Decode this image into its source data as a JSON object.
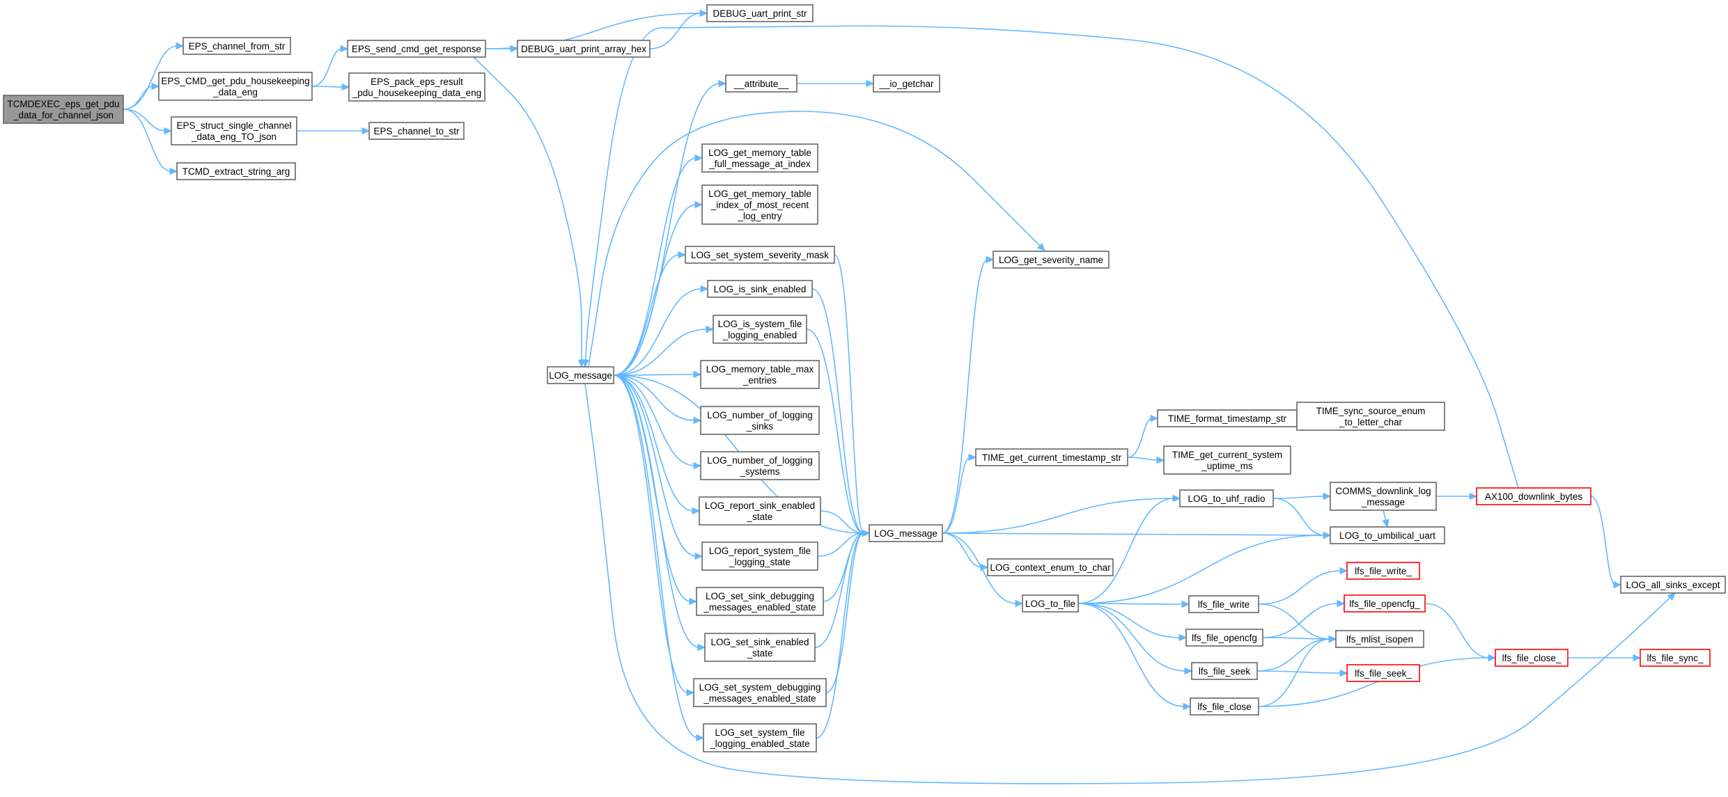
{
  "diagram": {
    "nodes": {
      "root": {
        "lines": [
          "TCMDEXEC_eps_get_pdu",
          "_data_for_channel_json"
        ],
        "style": "root"
      },
      "eps_channel_from_str": {
        "lines": [
          "EPS_channel_from_str"
        ]
      },
      "eps_cmd_get_pdu": {
        "lines": [
          "EPS_CMD_get_pdu_housekeeping",
          "_data_eng"
        ]
      },
      "eps_struct_single": {
        "lines": [
          "EPS_struct_single_channel",
          "_data_eng_TO_json"
        ]
      },
      "tcmd_extract": {
        "lines": [
          "TCMD_extract_string_arg"
        ]
      },
      "eps_send_cmd": {
        "lines": [
          "EPS_send_cmd_get_response"
        ]
      },
      "eps_pack": {
        "lines": [
          "EPS_pack_eps_result",
          "_pdu_housekeeping_data_eng"
        ]
      },
      "eps_channel_to_str": {
        "lines": [
          "EPS_channel_to_str"
        ]
      },
      "debug_print_str": {
        "lines": [
          "DEBUG_uart_print_str"
        ]
      },
      "debug_print_hex": {
        "lines": [
          "DEBUG_uart_print_array_hex"
        ]
      },
      "log_message_1": {
        "lines": [
          "LOG_message"
        ]
      },
      "attribute": {
        "lines": [
          "__attribute__"
        ]
      },
      "io_getchar": {
        "lines": [
          "__io_getchar"
        ]
      },
      "log_get_mem_full": {
        "lines": [
          "LOG_get_memory_table",
          "_full_message_at_index"
        ]
      },
      "log_get_mem_index": {
        "lines": [
          "LOG_get_memory_table",
          "_index_of_most_recent",
          "_log_entry"
        ]
      },
      "log_set_sys_sev": {
        "lines": [
          "LOG_set_system_severity_mask"
        ]
      },
      "log_is_sink": {
        "lines": [
          "LOG_is_sink_enabled"
        ]
      },
      "log_is_sys_file": {
        "lines": [
          "LOG_is_system_file",
          "_logging_enabled"
        ]
      },
      "log_mem_max": {
        "lines": [
          "LOG_memory_table_max",
          "_entries"
        ]
      },
      "log_num_sinks": {
        "lines": [
          "LOG_number_of_logging",
          "_sinks"
        ]
      },
      "log_num_systems": {
        "lines": [
          "LOG_number_of_logging",
          "_systems"
        ]
      },
      "log_report_sink": {
        "lines": [
          "LOG_report_sink_enabled",
          "_state"
        ]
      },
      "log_report_sys_file": {
        "lines": [
          "LOG_report_system_file",
          "_logging_state"
        ]
      },
      "log_set_sink_debug": {
        "lines": [
          "LOG_set_sink_debugging",
          "_messages_enabled_state"
        ]
      },
      "log_set_sink_enabled": {
        "lines": [
          "LOG_set_sink_enabled",
          "_state"
        ]
      },
      "log_set_sys_debug": {
        "lines": [
          "LOG_set_system_debugging",
          "_messages_enabled_state"
        ]
      },
      "log_set_sys_file": {
        "lines": [
          "LOG_set_system_file",
          "_logging_enabled_state"
        ]
      },
      "log_get_sev_name": {
        "lines": [
          "LOG_get_severity_name"
        ]
      },
      "log_message_2": {
        "lines": [
          "LOG_message"
        ]
      },
      "time_format": {
        "lines": [
          "TIME_format_timestamp_str"
        ]
      },
      "time_sync_source": {
        "lines": [
          "TIME_sync_source_enum",
          "_to_letter_char"
        ]
      },
      "time_get_current_ts": {
        "lines": [
          "TIME_get_current_timestamp_str"
        ]
      },
      "time_get_uptime": {
        "lines": [
          "TIME_get_current_system",
          "_uptime_ms"
        ]
      },
      "log_to_uhf": {
        "lines": [
          "LOG_to_uhf_radio"
        ]
      },
      "comms_downlink": {
        "lines": [
          "COMMS_downlink_log",
          "_message"
        ]
      },
      "ax100_downlink": {
        "lines": [
          "AX100_downlink_bytes"
        ],
        "style": "red"
      },
      "log_to_umbilical": {
        "lines": [
          "LOG_to_umbilical_uart"
        ]
      },
      "log_context_enum": {
        "lines": [
          "LOG_context_enum_to_char"
        ]
      },
      "log_to_file": {
        "lines": [
          "LOG_to_file"
        ]
      },
      "lfs_file_write": {
        "lines": [
          "lfs_file_write"
        ]
      },
      "lfs_file_write_": {
        "lines": [
          "lfs_file_write_"
        ],
        "style": "red"
      },
      "lfs_file_opencfg": {
        "lines": [
          "lfs_file_opencfg"
        ]
      },
      "lfs_file_opencfg_": {
        "lines": [
          "lfs_file_opencfg_"
        ],
        "style": "red"
      },
      "lfs_mlist_isopen": {
        "lines": [
          "lfs_mlist_isopen"
        ]
      },
      "lfs_file_seek": {
        "lines": [
          "lfs_file_seek"
        ]
      },
      "lfs_file_seek_": {
        "lines": [
          "lfs_file_seek_"
        ],
        "style": "red"
      },
      "lfs_file_close": {
        "lines": [
          "lfs_file_close"
        ]
      },
      "lfs_file_close_": {
        "lines": [
          "lfs_file_close_"
        ],
        "style": "red"
      },
      "lfs_file_sync_": {
        "lines": [
          "lfs_file_sync_"
        ],
        "style": "red"
      },
      "log_all_sinks_except": {
        "lines": [
          "LOG_all_sinks_except"
        ]
      }
    },
    "edges": [
      [
        "root",
        "eps_channel_from_str"
      ],
      [
        "root",
        "eps_cmd_get_pdu"
      ],
      [
        "root",
        "eps_struct_single"
      ],
      [
        "root",
        "tcmd_extract"
      ],
      [
        "eps_cmd_get_pdu",
        "eps_send_cmd"
      ],
      [
        "eps_cmd_get_pdu",
        "eps_pack"
      ],
      [
        "eps_struct_single",
        "eps_channel_to_str"
      ],
      [
        "eps_send_cmd",
        "debug_print_str"
      ],
      [
        "eps_send_cmd",
        "debug_print_hex"
      ],
      [
        "eps_send_cmd",
        "log_message_1"
      ],
      [
        "debug_print_hex",
        "debug_print_str"
      ],
      [
        "log_message_1",
        "attribute"
      ],
      [
        "attribute",
        "io_getchar"
      ],
      [
        "log_message_1",
        "log_get_mem_full"
      ],
      [
        "log_message_1",
        "log_get_mem_index"
      ],
      [
        "log_message_1",
        "log_set_sys_sev"
      ],
      [
        "log_message_1",
        "log_is_sink"
      ],
      [
        "log_message_1",
        "log_is_sys_file"
      ],
      [
        "log_message_1",
        "log_mem_max"
      ],
      [
        "log_message_1",
        "log_num_sinks"
      ],
      [
        "log_message_1",
        "log_num_systems"
      ],
      [
        "log_message_1",
        "log_report_sink"
      ],
      [
        "log_message_1",
        "log_report_sys_file"
      ],
      [
        "log_message_1",
        "log_set_sink_debug"
      ],
      [
        "log_message_1",
        "log_set_sink_enabled"
      ],
      [
        "log_message_1",
        "log_set_sys_debug"
      ],
      [
        "log_message_1",
        "log_set_sys_file"
      ],
      [
        "log_message_1",
        "log_get_sev_name"
      ],
      [
        "log_message_1",
        "log_all_sinks_except"
      ],
      [
        "log_message_1",
        "log_message_2"
      ],
      [
        "ax100_downlink",
        "log_message_1"
      ],
      [
        "log_set_sys_sev",
        "log_message_2"
      ],
      [
        "log_is_sink",
        "log_message_2"
      ],
      [
        "log_is_sys_file",
        "log_message_2"
      ],
      [
        "log_report_sink",
        "log_message_2"
      ],
      [
        "log_report_sys_file",
        "log_message_2"
      ],
      [
        "log_set_sink_debug",
        "log_message_2"
      ],
      [
        "log_set_sink_enabled",
        "log_message_2"
      ],
      [
        "log_set_sys_debug",
        "log_message_2"
      ],
      [
        "log_set_sys_file",
        "log_message_2"
      ],
      [
        "log_message_2",
        "log_get_sev_name"
      ],
      [
        "log_message_2",
        "time_get_current_ts"
      ],
      [
        "log_message_2",
        "log_to_uhf"
      ],
      [
        "log_message_2",
        "log_to_umbilical"
      ],
      [
        "log_message_2",
        "log_context_enum"
      ],
      [
        "log_message_2",
        "log_to_file"
      ],
      [
        "time_get_current_ts",
        "time_format"
      ],
      [
        "time_get_current_ts",
        "time_get_uptime"
      ],
      [
        "time_format",
        "time_sync_source"
      ],
      [
        "log_to_uhf",
        "comms_downlink"
      ],
      [
        "log_to_uhf",
        "log_to_umbilical"
      ],
      [
        "comms_downlink",
        "ax100_downlink"
      ],
      [
        "comms_downlink",
        "log_to_umbilical"
      ],
      [
        "ax100_downlink",
        "log_all_sinks_except"
      ],
      [
        "log_to_file",
        "log_to_uhf"
      ],
      [
        "log_to_file",
        "log_to_umbilical"
      ],
      [
        "log_to_file",
        "lfs_file_write"
      ],
      [
        "log_to_file",
        "lfs_file_opencfg"
      ],
      [
        "log_to_file",
        "lfs_file_seek"
      ],
      [
        "log_to_file",
        "lfs_file_close"
      ],
      [
        "lfs_file_write",
        "lfs_file_write_"
      ],
      [
        "lfs_file_write",
        "lfs_mlist_isopen"
      ],
      [
        "lfs_file_opencfg",
        "lfs_file_opencfg_"
      ],
      [
        "lfs_file_opencfg",
        "lfs_mlist_isopen"
      ],
      [
        "lfs_file_seek",
        "lfs_mlist_isopen"
      ],
      [
        "lfs_file_seek",
        "lfs_file_seek_"
      ],
      [
        "lfs_file_close",
        "lfs_mlist_isopen"
      ],
      [
        "lfs_file_close",
        "lfs_file_close_"
      ],
      [
        "lfs_file_opencfg_",
        "lfs_file_close_"
      ],
      [
        "lfs_file_close_",
        "lfs_file_sync_"
      ]
    ],
    "colors": {
      "edge": "#63b8ff",
      "node_border": "#666666",
      "root_fill": "#999999",
      "red_border": "#ff0000"
    }
  }
}
